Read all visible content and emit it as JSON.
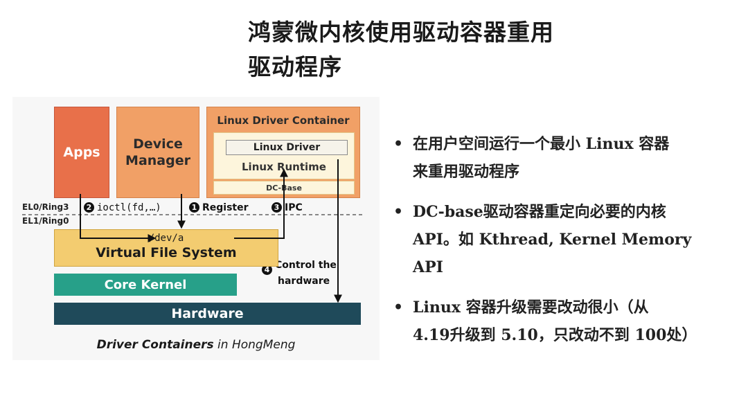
{
  "title": {
    "line1": "鸿蒙微内核使用驱动容器重用",
    "line2": "驱动程序"
  },
  "diagram": {
    "apps": "Apps",
    "device_manager_line1": "Device",
    "device_manager_line2": "Manager",
    "ldc_title": "Linux Driver Container",
    "linux_driver": "Linux Driver",
    "linux_runtime": "Linux Runtime",
    "dc_base": "DC-Base",
    "el0": "EL0/Ring3",
    "el1": "EL1/Ring0",
    "step1_num": "1",
    "step1_label": "Register",
    "step2_num": "2",
    "step2_label": "ioctl(fd,…)",
    "step3_num": "3",
    "step3_label": "IPC",
    "step4_num": "4",
    "step4_line1": "Control the",
    "step4_line2": "hardware",
    "vfs_dev": "/dev/a",
    "vfs": "Virtual File System",
    "core_kernel": "Core Kernel",
    "hardware": "Hardware",
    "caption_bold": "Driver Containers",
    "caption_rest": " in HongMeng"
  },
  "bullets": [
    {
      "line1": "在用户空间运行一个最小 Linux 容器",
      "line2": "来重用驱动程序",
      "line3": ""
    },
    {
      "line1": "DC-base驱动容器重定向必要的内核",
      "line2": "API。如 Kthread, Kernel Memory",
      "line3": "API"
    },
    {
      "line1": "Linux 容器升级需要改动很小（从",
      "line2": "4.19升级到 5.10，只改动不到 100处）",
      "line3": ""
    }
  ],
  "bullet_glyph": "•",
  "colors": {
    "apps": "#e8704a",
    "device_manager": "#f1a066",
    "vfs": "#f3cc70",
    "core_kernel": "#27a089",
    "hardware": "#1f4a5a"
  }
}
